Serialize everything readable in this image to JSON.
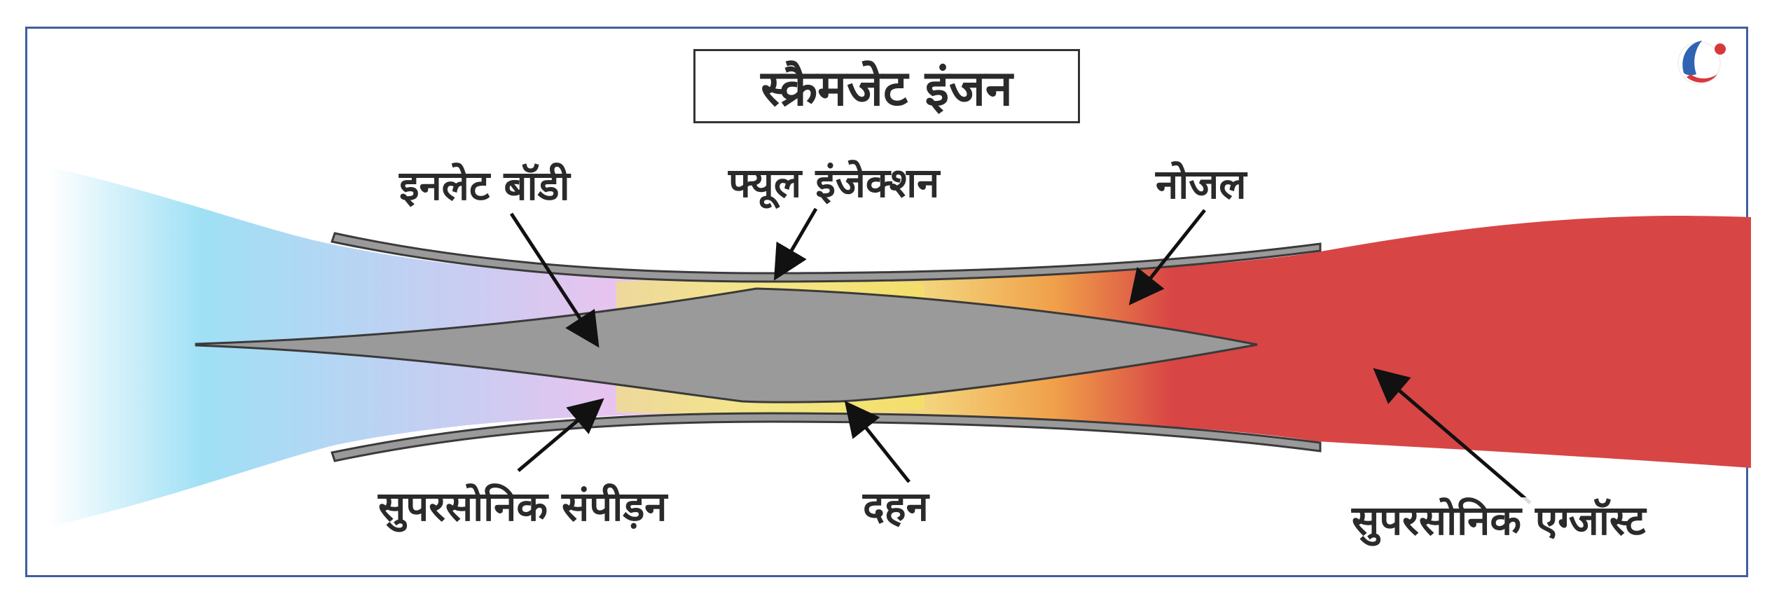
{
  "title": "स्क्रैमजेट इंजन",
  "labels": {
    "inlet_body": "इनलेट बॉडी",
    "fuel_injection": "फ्यूल इंजेक्शन",
    "nozzle": "नोजल",
    "supersonic_compression": "सुपरसोनिक संपीड़न",
    "combustion": "दहन",
    "supersonic_exhaust": "सुपरसोनिक एग्जॉस्ट"
  },
  "colors": {
    "frame": "#3f5f9f",
    "inlet_air": "#9fe0f5",
    "compression": "#e7c4ef",
    "fuel": "#f3e85a",
    "combustion": "#f0a14a",
    "exhaust": "#d84545",
    "body": "#9a9a9a",
    "logo_blue": "#2f64b3",
    "logo_red": "#d6393c"
  },
  "icons": {
    "logo": "brand-logo-icon"
  }
}
